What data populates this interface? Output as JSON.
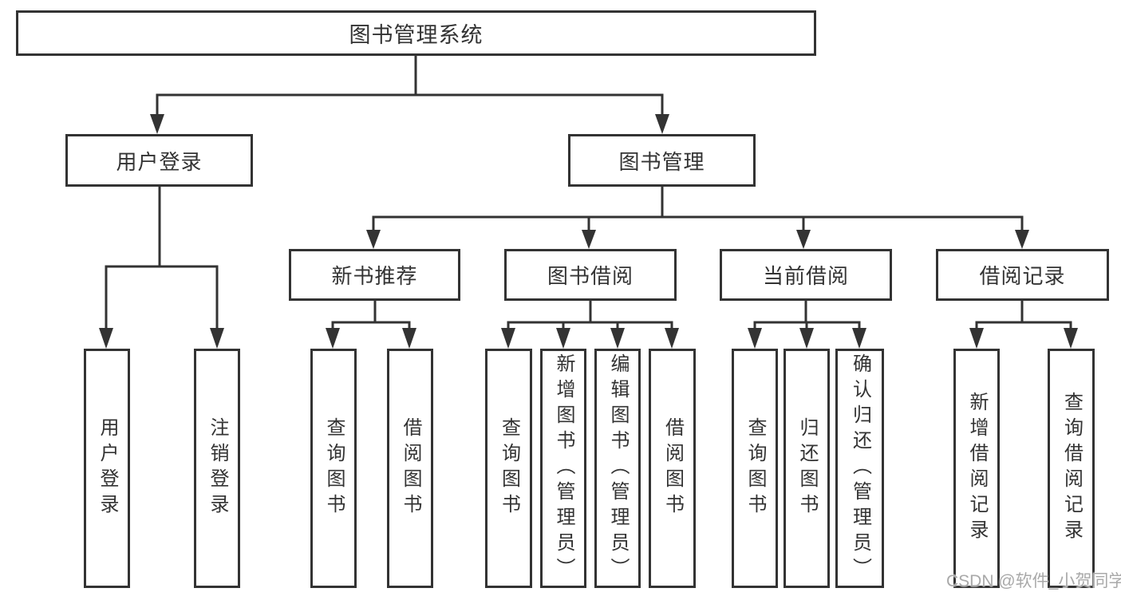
{
  "diagram": {
    "root": {
      "label": "图书管理系统"
    },
    "branches": [
      {
        "label": "用户登录",
        "children": [
          {
            "label": "用户登录"
          },
          {
            "label": "注销登录"
          }
        ]
      },
      {
        "label": "图书管理",
        "children": [
          {
            "label": "新书推荐",
            "children": [
              {
                "label": "查询图书"
              },
              {
                "label": "借阅图书"
              }
            ]
          },
          {
            "label": "图书借阅",
            "children": [
              {
                "label": "查询图书"
              },
              {
                "label": "新增图书（管理员）"
              },
              {
                "label": "编辑图书（管理员）"
              },
              {
                "label": "借阅图书"
              }
            ]
          },
          {
            "label": "当前借阅",
            "children": [
              {
                "label": "查询图书"
              },
              {
                "label": "归还图书"
              },
              {
                "label": "确认归还（管理员）"
              }
            ]
          },
          {
            "label": "借阅记录",
            "children": [
              {
                "label": "新增借阅记录"
              },
              {
                "label": "查询借阅记录"
              }
            ]
          }
        ]
      }
    ]
  },
  "watermark": {
    "text": "CSDN @软件_小贺同学"
  },
  "colors": {
    "line": "#333333",
    "text": "#333333",
    "border": "#333333",
    "bg": "#ffffff",
    "watermark": "#a9a9a9"
  }
}
